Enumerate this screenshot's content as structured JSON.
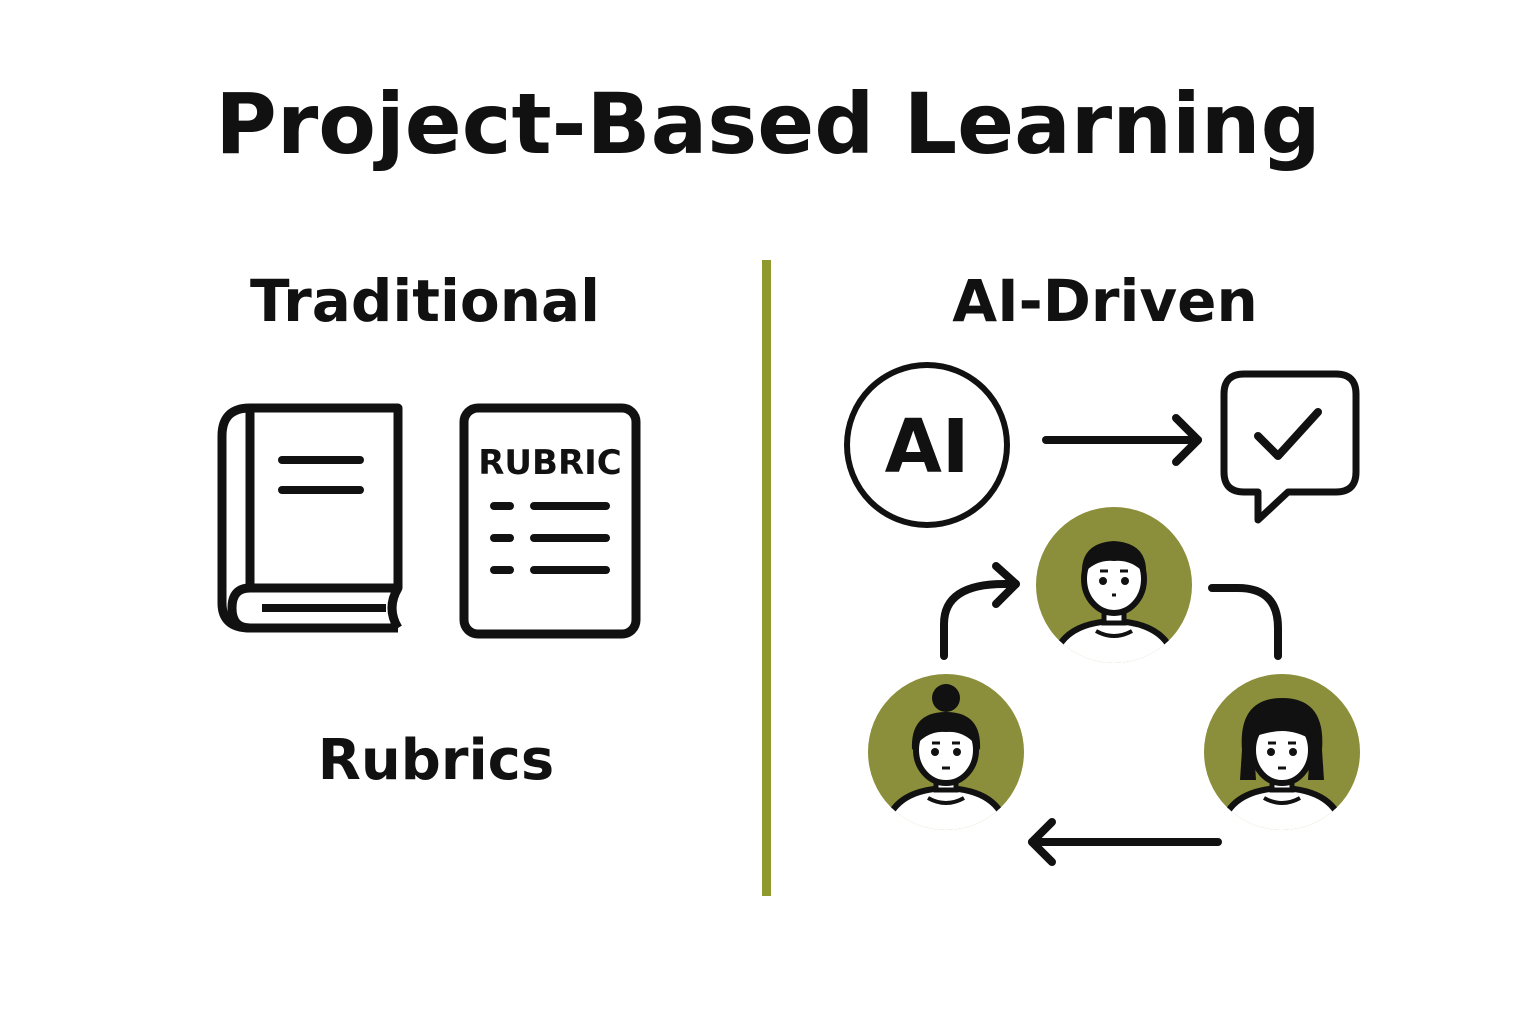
{
  "title": "Project-Based Learning",
  "left": {
    "heading": "Traditional",
    "rubric_card_label": "RUBRIC",
    "caption": "Rubrics"
  },
  "right": {
    "heading": "AI-Driven",
    "ai_badge_label": "AI"
  },
  "colors": {
    "accent": "#8B8E3A",
    "divider": "#8E9A2E",
    "ink": "#111111",
    "background": "#FFFFFF"
  },
  "icons": {
    "book": "book-icon",
    "rubric": "rubric-document-icon",
    "ai": "ai-circle-icon",
    "chat_check": "chat-check-icon",
    "arrow": "arrow-right-icon",
    "students": [
      "student-top-icon",
      "student-left-icon",
      "student-right-icon"
    ]
  }
}
